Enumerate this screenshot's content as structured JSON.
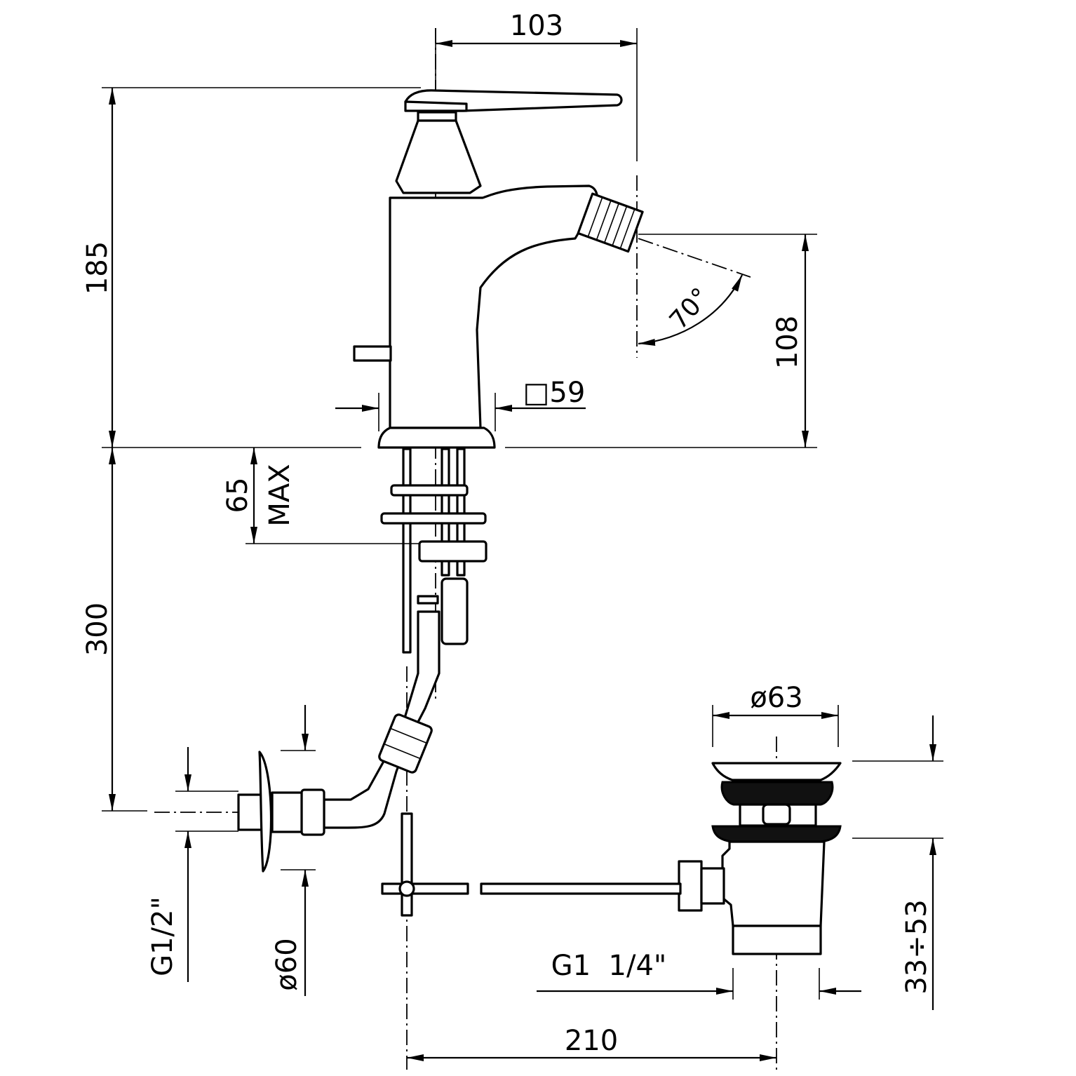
{
  "dimensions": {
    "top_width": "103",
    "total_height": "185",
    "spout_height": "108",
    "spout_angle": "70°",
    "base_square": "□59",
    "deck_thickness": "65",
    "deck_max": "MAX",
    "pipe_length": "300",
    "inlet_thread": "G1/2\"",
    "flange_diameter": "ø60",
    "waste_diameter": "ø63",
    "waste_thread": "G1  1/4\"",
    "waste_offset": "210",
    "waste_range": "33÷53"
  }
}
